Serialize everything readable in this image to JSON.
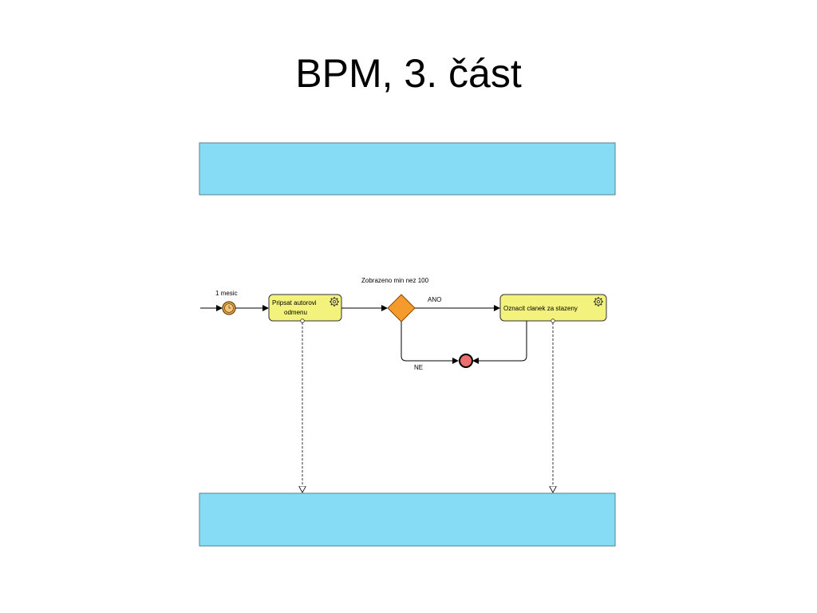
{
  "title": "BPM, 3. část",
  "colors": {
    "pool": "#87dcf5",
    "pool_border": "#5a7f8f",
    "task": "#f2f27c",
    "gateway": "#f59b2e",
    "end_event": "#ec6f6f",
    "timer_event": "#e8a94a"
  },
  "diagram": {
    "timer_label": "1 mesic",
    "task1_line1": "Pripsat autorovi",
    "task1_line2": "odmenu",
    "gateway_label": "Zobrazeno min nez 100",
    "yes_label": "ANO",
    "no_label": "NE",
    "task2_label": "Oznacit clanek za stazeny",
    "task_icon": "gear-icon",
    "timer_icon": "clock-icon"
  }
}
